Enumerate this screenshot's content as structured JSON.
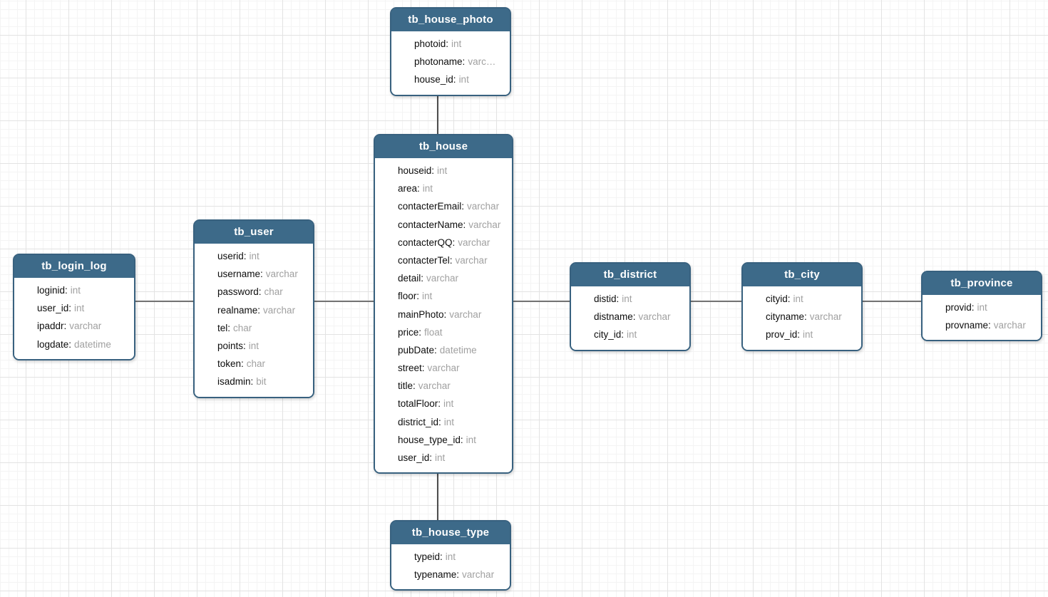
{
  "colors": {
    "table_header": "#3d6a89",
    "table_border": "#38617f",
    "field_name_text": "#0d0d0d",
    "field_type_text": "#a0a0a0",
    "edge_line": "#737373",
    "grid_major": "#e3e3e3",
    "grid_minor": "#f4f4f4"
  },
  "relations": [
    {
      "from": "tb_house_photo",
      "to": "tb_house"
    },
    {
      "from": "tb_house",
      "to": "tb_house_type"
    },
    {
      "from": "tb_login_log",
      "to": "tb_user"
    },
    {
      "from": "tb_user",
      "to": "tb_house"
    },
    {
      "from": "tb_house",
      "to": "tb_district"
    },
    {
      "from": "tb_district",
      "to": "tb_city"
    },
    {
      "from": "tb_city",
      "to": "tb_province"
    }
  ],
  "tables": [
    {
      "title": "tb_house_photo",
      "fields": [
        {
          "n": "photoid:",
          "t": "int"
        },
        {
          "n": "photoname:",
          "t": "varc…"
        },
        {
          "n": "house_id:",
          "t": "int"
        }
      ]
    },
    {
      "title": "tb_house",
      "fields": [
        {
          "n": "houseid:",
          "t": "int"
        },
        {
          "n": "area:",
          "t": "int"
        },
        {
          "n": "contacterEmail:",
          "t": "varchar"
        },
        {
          "n": "contacterName:",
          "t": "varchar"
        },
        {
          "n": "contacterQQ:",
          "t": "varchar"
        },
        {
          "n": "contacterTel:",
          "t": "varchar"
        },
        {
          "n": "detail:",
          "t": "varchar"
        },
        {
          "n": "floor:",
          "t": "int"
        },
        {
          "n": "mainPhoto:",
          "t": "varchar"
        },
        {
          "n": "price:",
          "t": "float"
        },
        {
          "n": "pubDate:",
          "t": "datetime"
        },
        {
          "n": "street:",
          "t": "varchar"
        },
        {
          "n": "title:",
          "t": "varchar"
        },
        {
          "n": "totalFloor:",
          "t": "int"
        },
        {
          "n": "district_id:",
          "t": "int"
        },
        {
          "n": "house_type_id:",
          "t": "int"
        },
        {
          "n": "user_id:",
          "t": "int"
        }
      ]
    },
    {
      "title": "tb_user",
      "fields": [
        {
          "n": "userid:",
          "t": "int"
        },
        {
          "n": "username:",
          "t": "varchar"
        },
        {
          "n": "password:",
          "t": "char"
        },
        {
          "n": "realname:",
          "t": "varchar"
        },
        {
          "n": "tel:",
          "t": "char"
        },
        {
          "n": "points:",
          "t": "int"
        },
        {
          "n": "token:",
          "t": "char"
        },
        {
          "n": "isadmin:",
          "t": "bit"
        }
      ]
    },
    {
      "title": "tb_login_log",
      "fields": [
        {
          "n": "loginid:",
          "t": "int"
        },
        {
          "n": "user_id:",
          "t": "int"
        },
        {
          "n": "ipaddr:",
          "t": "varchar"
        },
        {
          "n": "logdate:",
          "t": "datetime"
        }
      ]
    },
    {
      "title": "tb_district",
      "fields": [
        {
          "n": "distid:",
          "t": "int"
        },
        {
          "n": "distname:",
          "t": "varchar"
        },
        {
          "n": "city_id:",
          "t": "int"
        }
      ]
    },
    {
      "title": "tb_city",
      "fields": [
        {
          "n": "cityid:",
          "t": "int"
        },
        {
          "n": "cityname:",
          "t": "varchar"
        },
        {
          "n": "prov_id:",
          "t": "int"
        }
      ]
    },
    {
      "title": "tb_province",
      "fields": [
        {
          "n": "provid:",
          "t": "int"
        },
        {
          "n": "provname:",
          "t": "varchar"
        }
      ]
    },
    {
      "title": "tb_house_type",
      "fields": [
        {
          "n": "typeid:",
          "t": "int"
        },
        {
          "n": "typename:",
          "t": "varchar"
        }
      ]
    }
  ]
}
